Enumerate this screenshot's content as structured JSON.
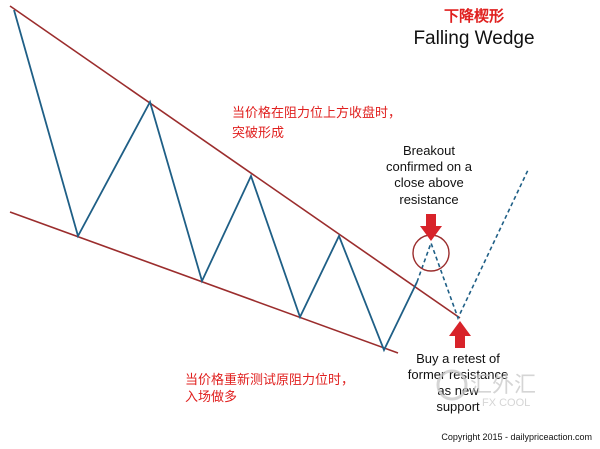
{
  "title_cn": "下降楔形",
  "title_en": "Falling Wedge",
  "annotation_breakout_cn": [
    "当价格在阻力位上方收盘时，",
    "突破形成"
  ],
  "annotation_breakout_en": [
    "Breakout",
    "confirmed on a",
    "close above",
    "resistance"
  ],
  "annotation_retest_en": [
    "Buy a retest of",
    "former resistance",
    "as new",
    "support"
  ],
  "annotation_retest_cn": [
    "当价格重新测试原阻力位时，",
    "入场做多"
  ],
  "copyright": "Copyright 2015 - dailypriceaction.com",
  "watermark": {
    "logo": "汇外汇",
    "sub": "FX COOL"
  },
  "colors": {
    "trendline": "#9b2d2d",
    "price": "#1f5f86",
    "arrow": "#d8232a",
    "chinese_text": "#e0201f"
  }
}
